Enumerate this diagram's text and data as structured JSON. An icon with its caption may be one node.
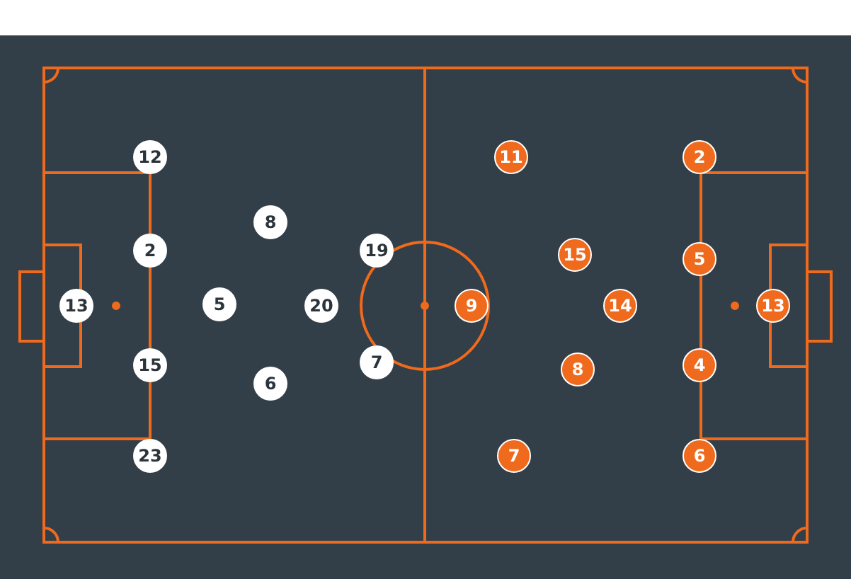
{
  "diagram": {
    "nodes": [
      {
        "text": [
          "12"
        ]
      },
      {
        "text": [
          "2"
        ]
      },
      {
        "text": [
          "13"
        ]
      },
      {
        "text": [
          "15"
        ]
      },
      {
        "text": [
          "23"
        ]
      },
      {
        "text": [
          "5"
        ]
      },
      {
        "text": [
          "8"
        ]
      },
      {
        "text": [
          "20"
        ]
      },
      {
        "text": [
          "6"
        ]
      },
      {
        "text": [
          "19"
        ]
      },
      {
        "text": [
          "7"
        ]
      },
      {
        "text": [
          "11"
        ]
      },
      {
        "text": [
          "2"
        ]
      },
      {
        "text": [
          "15"
        ]
      },
      {
        "text": [
          "5"
        ]
      },
      {
        "text": [
          "9"
        ]
      },
      {
        "text": [
          "14"
        ]
      },
      {
        "text": [
          "13"
        ]
      },
      {
        "text": [
          "8"
        ]
      },
      {
        "text": [
          "4"
        ]
      },
      {
        "text": [
          "7"
        ]
      },
      {
        "text": [
          "6"
        ]
      }
    ]
  }
}
